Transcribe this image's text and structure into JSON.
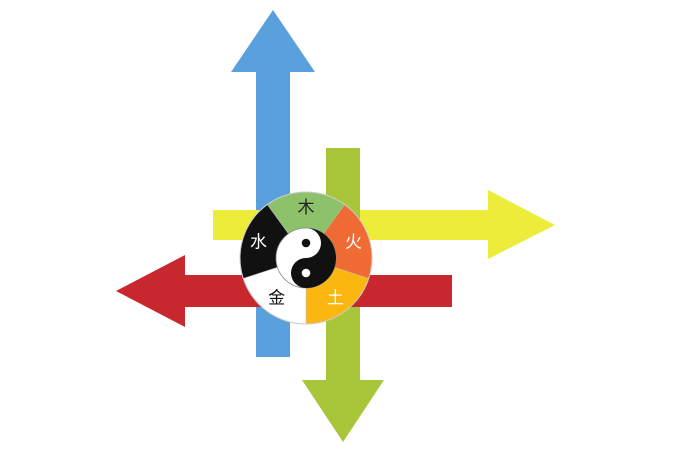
{
  "diagram": {
    "elements": [
      {
        "name": "wood",
        "label": "木",
        "color": "#8dc16a",
        "text_color": "#222222"
      },
      {
        "name": "fire",
        "label": "火",
        "color": "#f06a34",
        "text_color": "#ffffff"
      },
      {
        "name": "earth",
        "label": "土",
        "color": "#fbb710",
        "text_color": "#ffffff"
      },
      {
        "name": "metal",
        "label": "金",
        "color": "#ffffff",
        "text_color": "#111111"
      },
      {
        "name": "water",
        "label": "水",
        "color": "#111111",
        "text_color": "#ffffff"
      }
    ],
    "arrows": {
      "up": {
        "color": "#5aa0dc"
      },
      "right": {
        "color": "#eeec3a"
      },
      "down": {
        "color": "#a9c53a"
      },
      "left": {
        "color": "#c8272e"
      }
    },
    "center_symbol": "yin-yang-icon"
  }
}
